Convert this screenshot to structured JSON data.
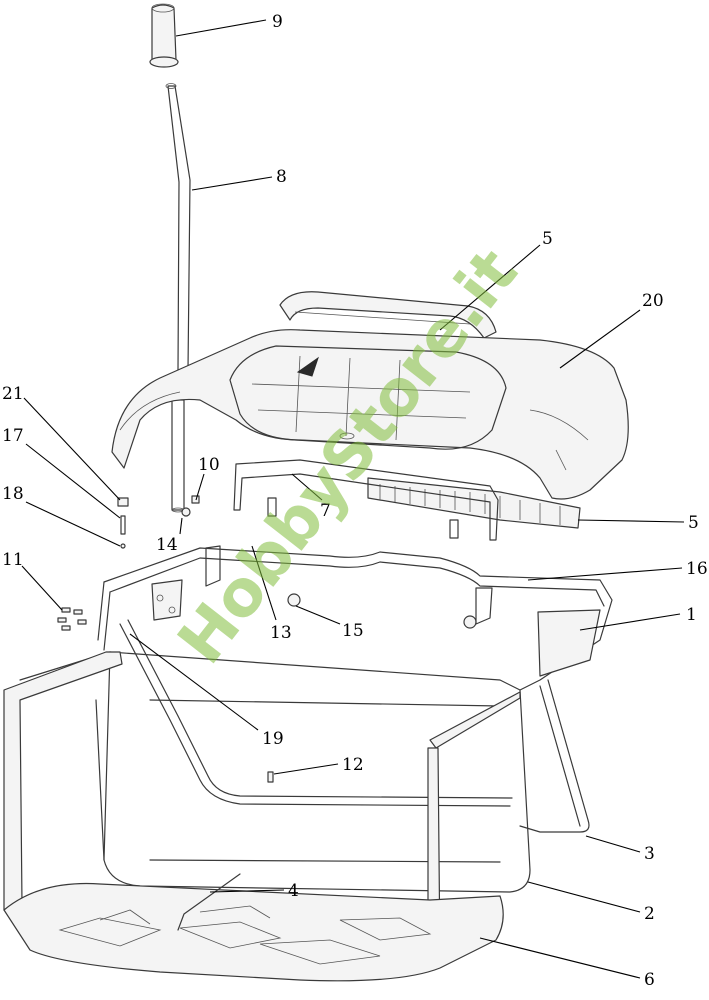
{
  "callouts": {
    "c1": "1",
    "c2": "2",
    "c3": "3",
    "c4": "4",
    "c5a": "5",
    "c5b": "5",
    "c6": "6",
    "c7": "7",
    "c8": "8",
    "c9": "9",
    "c10": "10",
    "c11": "11",
    "c12": "12",
    "c13": "13",
    "c14": "14",
    "c15": "15",
    "c16": "16",
    "c17": "17",
    "c18": "18",
    "c19": "19",
    "c20": "20",
    "c21": "21"
  },
  "watermark": "HobbyStore.it",
  "colors": {
    "watermark": "#82be3c",
    "line": "#3a3a3a",
    "background": "#ffffff"
  }
}
